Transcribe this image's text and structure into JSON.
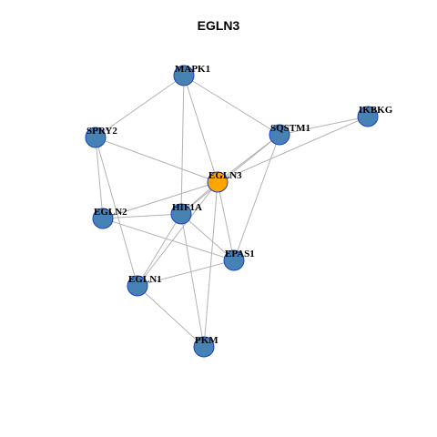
{
  "title": "EGLN3",
  "colors": {
    "default_node": "#4682b4",
    "focus_node": "#ffa500",
    "node_border": "#1f3fbf",
    "edge": "#b3b3b3"
  },
  "nodes": [
    {
      "id": "MAPK1",
      "label": "MAPK1",
      "focus": false
    },
    {
      "id": "SPRY2",
      "label": "SPRY2",
      "focus": false
    },
    {
      "id": "SQSTM1",
      "label": "SQSTM1",
      "focus": false
    },
    {
      "id": "IKBKG",
      "label": "IKBKG",
      "focus": false
    },
    {
      "id": "EGLN3",
      "label": "EGLN3",
      "focus": true
    },
    {
      "id": "EGLN2",
      "label": "EGLN2",
      "focus": false
    },
    {
      "id": "HIF1A",
      "label": "HIF1A",
      "focus": false
    },
    {
      "id": "EPAS1",
      "label": "EPAS1",
      "focus": false
    },
    {
      "id": "EGLN1",
      "label": "EGLN1",
      "focus": false
    },
    {
      "id": "PKM",
      "label": "PKM",
      "focus": false
    }
  ],
  "edges": [
    [
      "MAPK1",
      "SPRY2"
    ],
    [
      "MAPK1",
      "EGLN3"
    ],
    [
      "MAPK1",
      "SQSTM1"
    ],
    [
      "MAPK1",
      "HIF1A"
    ],
    [
      "SPRY2",
      "EGLN3"
    ],
    [
      "SPRY2",
      "EGLN2"
    ],
    [
      "SPRY2",
      "EGLN1"
    ],
    [
      "SQSTM1",
      "IKBKG"
    ],
    [
      "SQSTM1",
      "EGLN3"
    ],
    [
      "SQSTM1",
      "HIF1A"
    ],
    [
      "SQSTM1",
      "EPAS1"
    ],
    [
      "IKBKG",
      "EGLN3"
    ],
    [
      "EGLN3",
      "EGLN2"
    ],
    [
      "EGLN3",
      "HIF1A"
    ],
    [
      "EGLN3",
      "EPAS1"
    ],
    [
      "EGLN3",
      "EGLN1"
    ],
    [
      "EGLN3",
      "PKM"
    ],
    [
      "EGLN2",
      "HIF1A"
    ],
    [
      "EGLN2",
      "EPAS1"
    ],
    [
      "HIF1A",
      "EPAS1"
    ],
    [
      "HIF1A",
      "EGLN1"
    ],
    [
      "HIF1A",
      "PKM"
    ],
    [
      "EPAS1",
      "EGLN1"
    ],
    [
      "EGLN1",
      "PKM"
    ]
  ]
}
